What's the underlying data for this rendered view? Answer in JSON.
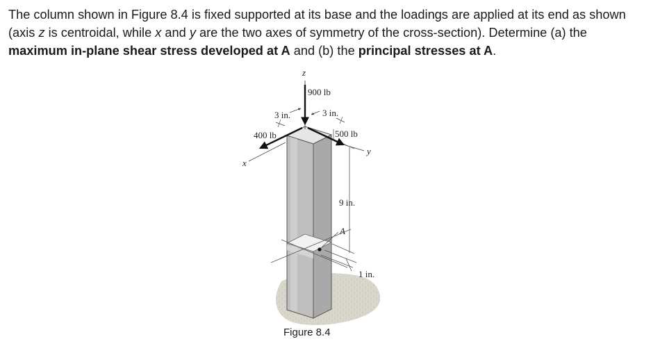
{
  "problem": {
    "t1": "The column shown in Figure 8.4 is fixed supported at its base and the loadings are applied at its end as shown (axis ",
    "z": "z",
    "t2": " is centroidal, while ",
    "x": "x",
    "t3": " and ",
    "y": "y",
    "t4": " are the two axes of symmetry of the cross-section). Determine (a) the ",
    "b1": "maximum in-plane shear stress developed at A",
    "t5": " and (b) the ",
    "b2": "principal stresses at A",
    "t6": "."
  },
  "figure": {
    "axis_z": "z",
    "axis_x": "x",
    "axis_y": "y",
    "load_top": "900 lb",
    "load_x": "400 lb",
    "load_y": "500 lb",
    "dim_left": "3 in.",
    "dim_right": "3 in.",
    "dim_height": "9 in.",
    "dim_offset": "1 in.",
    "point": "A",
    "caption": "Figure 8.4"
  }
}
